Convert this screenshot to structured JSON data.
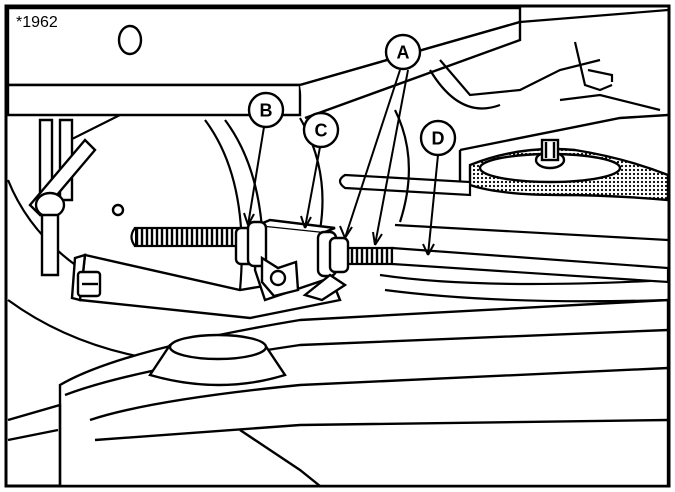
{
  "figure_id": "*1962",
  "callouts": {
    "a": "A",
    "b": "B",
    "c": "C",
    "d": "D"
  },
  "colors": {
    "ink": "#000000",
    "paper": "#ffffff",
    "belt_fill": "#c8c8c8"
  }
}
